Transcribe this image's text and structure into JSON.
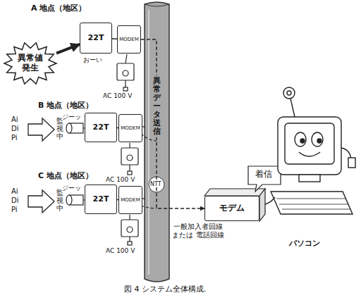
{
  "diagram": {
    "caption": "図 4 システム全体構成.",
    "nodes": [
      {
        "text": [
          "異常値 発生"
        ]
      },
      {
        "text": [
          "22T"
        ]
      },
      {
        "text": [
          "MODEM"
        ]
      },
      {
        "text": [
          "22T"
        ]
      },
      {
        "text": [
          "MODEM"
        ]
      },
      {
        "text": [
          "22T"
        ]
      },
      {
        "text": [
          "MODEM"
        ]
      },
      {
        "text": [
          "モデム"
        ]
      }
    ],
    "edges": [
      {
        "from": 0,
        "to": 1,
        "arrow": "to"
      },
      {
        "from": 1,
        "to": 2,
        "arrow": "none"
      },
      {
        "from": 3,
        "to": 4,
        "arrow": "none"
      },
      {
        "from": 5,
        "to": 6,
        "arrow": "none"
      },
      {
        "from": 2,
        "to": 7,
        "arrow": "to",
        "label": "異常データ送信"
      }
    ],
    "labels": [
      "A 地点（地区）",
      "B 地点（地区）",
      "C 地点（地区）",
      "おーい",
      "AC 100 V",
      "Ai",
      "Di",
      "Pi",
      "監視中",
      "ジーッ",
      "AC 100 V",
      "Ai",
      "Di",
      "Pi",
      "監視中",
      "ジーッ",
      "AC 100 V",
      "NTT",
      "一般加入者回線 または 電話回線",
      "着信",
      "パソコン"
    ]
  }
}
